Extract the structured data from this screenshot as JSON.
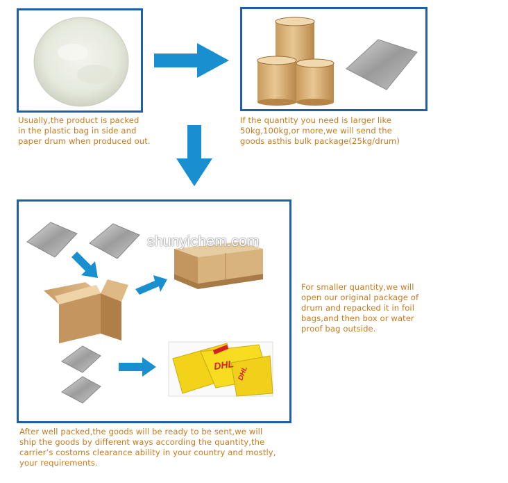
{
  "captions": {
    "powder": "Usually,the product is packed\nin the plastic bag in side and\npaper drum when produced out.",
    "bulk": "If the quantity you need is larger like\n50kg,100kg,or more,we will send the\ngoods asthis bulk package(25kg/drum)",
    "smaller": "For smaller quantity,we will\nopen our original package of\ndrum and repacked it in foil\nbags,and then box or water\nproof bag outside.",
    "shipping": "After well packed,the goods will be ready to be sent,we will\nship the goods by different ways according the quantity,the\ncarrier’s costoms clearance ability in your country and mostly,\nyour requirements."
  },
  "watermark": "shunyichem.com",
  "envelope_text": "DHL",
  "colors": {
    "frame": "#1f5fa8",
    "arrow": "#1a8fd0",
    "caption": "#c87a1c"
  }
}
